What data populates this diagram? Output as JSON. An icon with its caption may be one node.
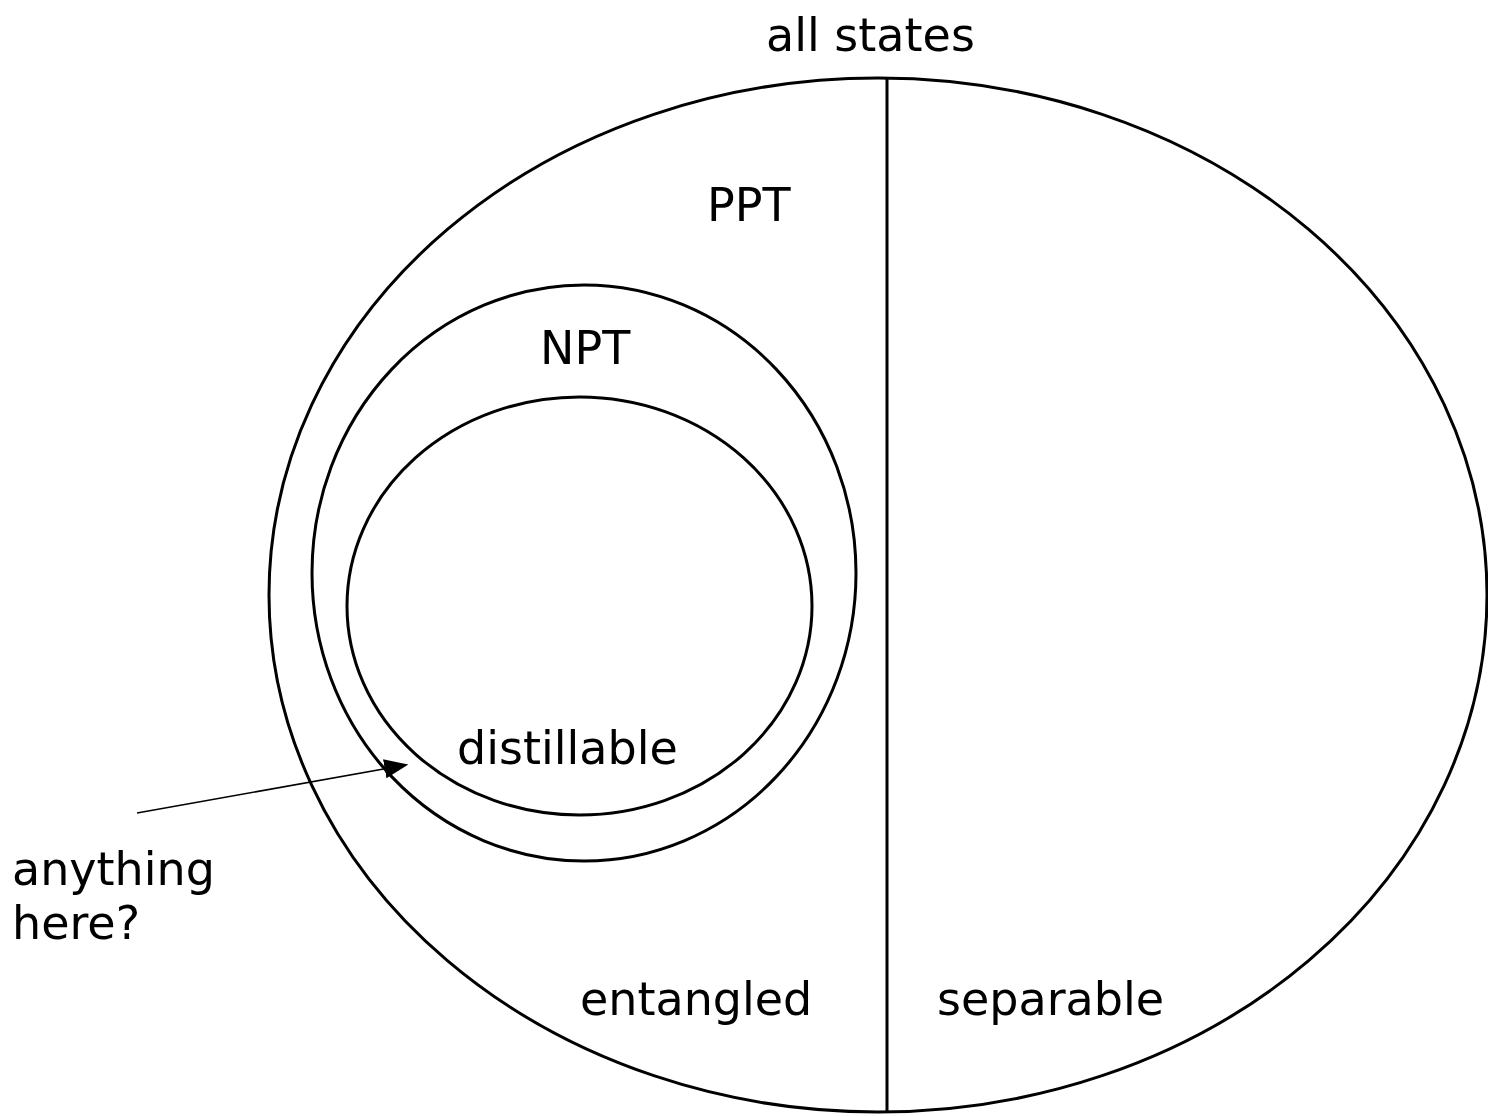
{
  "diagram": {
    "nodes": [
      {
        "text": [
          "all states"
        ]
      },
      {
        "text": [
          "entangled"
        ],
        "in": 0
      },
      {
        "text": [
          "separable"
        ],
        "in": 0
      },
      {
        "text": [
          "NPT"
        ],
        "in": 1
      },
      {
        "text": [
          "distillable"
        ],
        "in": 3
      },
      {
        "text": [
          "anything here?"
        ]
      }
    ],
    "edges": [
      {
        "from": 5,
        "to": 3,
        "arrow": "to"
      }
    ],
    "labels": [
      "PPT"
    ]
  }
}
